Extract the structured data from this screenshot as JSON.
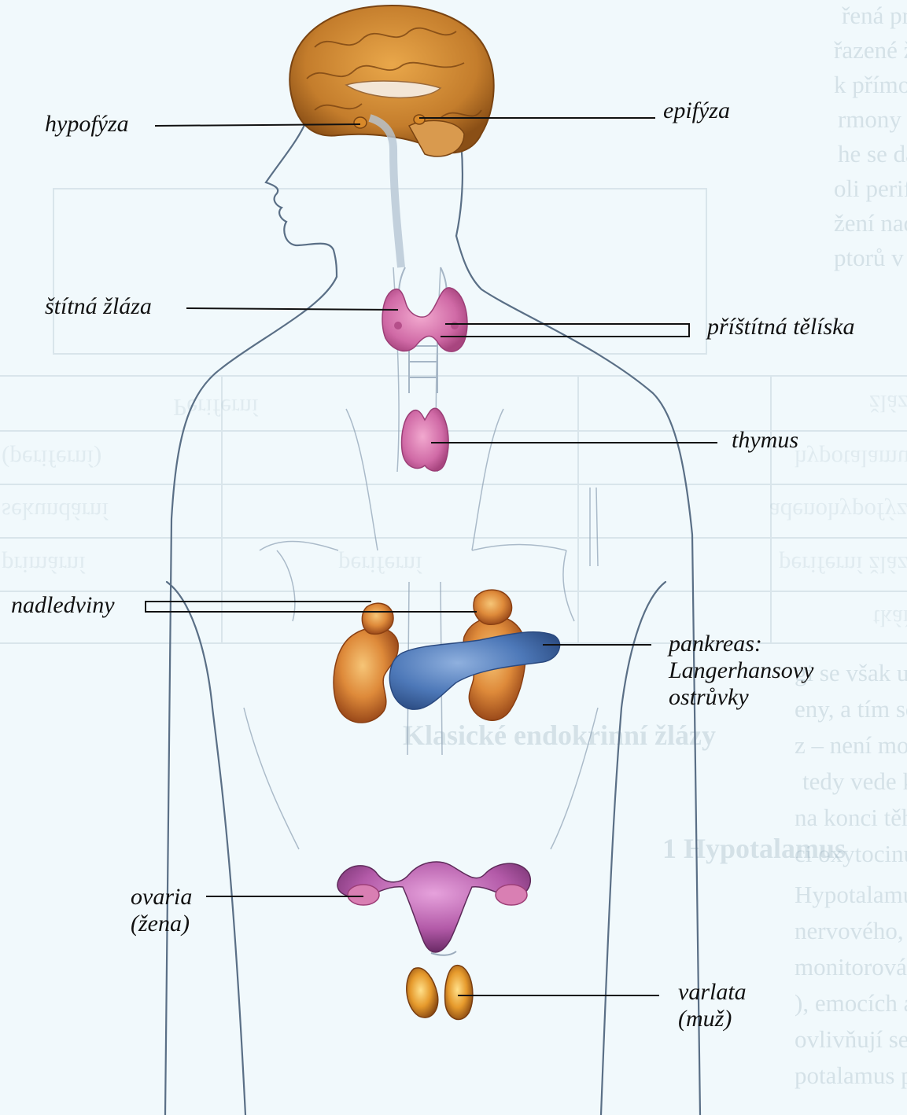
{
  "labels": {
    "hypofyza": "hypofýza",
    "epifyza": "epifýza",
    "stitna_zlaza": "štítná žláza",
    "pristitna_teliska": "příštítná tělíska",
    "thymus": "thymus",
    "nadledviny": "nadledviny",
    "pankreas_1": "pankreas:",
    "pankreas_2": "Langerhansovy",
    "pankreas_3": "ostrůvky",
    "ovaria_1": "ovaria",
    "ovaria_2": "(žena)",
    "varlata_1": "varlata",
    "varlata_2": "(muž)"
  },
  "background_text": {
    "lines": [
      "řená produkce hormonu (hyperfunkce) se projeví jejich následkem zvýšené",
      "řazené žlázy, hyperplazie nebo nadprodukce daného hormonu. Nádor může b",
      "k přímo v místě uložení žlázy, nebo nádory jako například některé bron",
      "rmony produkují adrenokortikotropní hormon (paraneoplastické hormony",
      "he se dají poruchy endokrinních žláz rozdělit podle místa vzniku na p",
      "oli periferní) při postižení periferní žlázy, na sekundární (neboli centr",
      "žení nadřazené žlázy. Tkáňové poruchy bývají nejčastěji způsobeny nepř",
      "ptorů v cílové tkáni.",
      "gi se však uplatňuje i zpětná vazba pozitivní. Zvýšená sekrece hormonů zvě",
      "eny, a tím se dále zvyšuje sekrece dalších hormonů. Tento systém však vede",
      "z – není možné do nekonečna zvyšovat sekreci a účinky hormonů. Pozitiv",
      "tedy vede ke kvalitativní změně řízeného systému a je časově omezena.",
      "na konci těhotenství se začne děloha působením hormonů stahovat a ti",
      "ci oxytocinu. Oxytocin zesílí stahy dělohy a zvýšené stahy dále zvyšuj",
      "Hypotalamus je sběrným centrem, do kterého přicházejí všechny informace",
      "nervového, humorálního i imunitního systému a vnitřní prostředí organismu (ma",
      "monitorování koncentrace živin, elektrolytů, vody), ale i o okolí (čichov",
      "), emocích a stresu. Tyto informace zpracují či ovlivní různé části hyp",
      "ovlivňují sekreci nejrůznějších hormonů.",
      "potalamus přímo ovlivňuje sekreci předního laloku hypofýzy (hypofýzy). Hyp"
    ],
    "heading_1": "Klasické endokrinní žlázy",
    "heading_2": "1 Hypotalamus",
    "table_cells": [
      "žláza",
      "Periferní",
      "hypotalamus",
      "(periferní)",
      "adenohypofýza",
      "sekundární",
      "periferní žláza",
      "periferní",
      "primární",
      "tkáň"
    ]
  },
  "colors": {
    "background": "#f1f9fc",
    "body_outline": "#5a6f86",
    "brain": "#c47d2c",
    "thyroid": "#d06aa6",
    "kidney": "#d8772c",
    "pancreas": "#4d78b8",
    "reproductive": "#c25eb4",
    "label_text": "#111111",
    "leader_line": "#111111"
  }
}
